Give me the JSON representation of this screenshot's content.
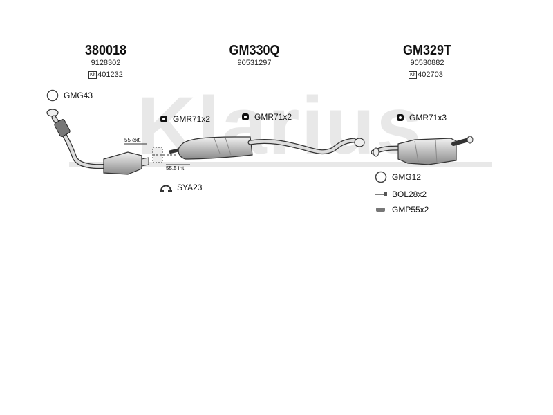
{
  "watermark": "Klarius",
  "parts": [
    {
      "code": "380018",
      "ref": "9128302",
      "kit_label": "Kit",
      "kit": "401232"
    },
    {
      "code": "GM330Q",
      "ref": "90531297"
    },
    {
      "code": "GM329T",
      "ref": "90530882",
      "kit_label": "Kit",
      "kit": "402703"
    }
  ],
  "accessories": {
    "gmg43": "GMG43",
    "gmr71_a": "GMR71x2",
    "gmr71_b": "GMR71x2",
    "gmr71_c": "GMR71x3",
    "sya23": "SYA23",
    "gmg12": "GMG12",
    "bol28": "BOL28x2",
    "gmp55": "GMP55x2"
  },
  "notes": {
    "ext": "55 ext.",
    "int": "55.5 int."
  },
  "colors": {
    "watermark": "#e6e6e6",
    "line": "#333333",
    "metal": "#cfcfcf"
  }
}
